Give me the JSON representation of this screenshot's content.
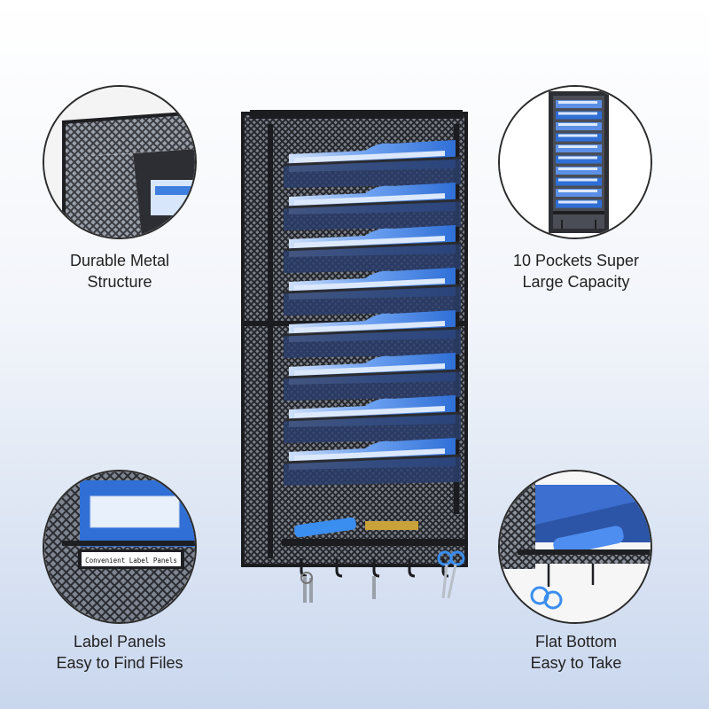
{
  "features": [
    {
      "line1": "Durable Metal",
      "line2": "Structure",
      "icon": "mesh-corner-closeup"
    },
    {
      "line1": "10 Pockets Super",
      "line2": "Large Capacity",
      "icon": "organizer-overview"
    },
    {
      "line1": "Label Panels",
      "line2": "Easy to Find Files",
      "icon": "label-panel-closeup"
    },
    {
      "line1": "Flat Bottom",
      "line2": "Easy to Take",
      "icon": "flat-bottom-tray-closeup"
    }
  ],
  "label_panel_text": "Convenient Label Panels",
  "colors": {
    "metal": "#2a2c31",
    "folder_blue": "#2f6fd6",
    "folder_light": "#dce8fb",
    "accent_blue": "#3a8ef0"
  }
}
